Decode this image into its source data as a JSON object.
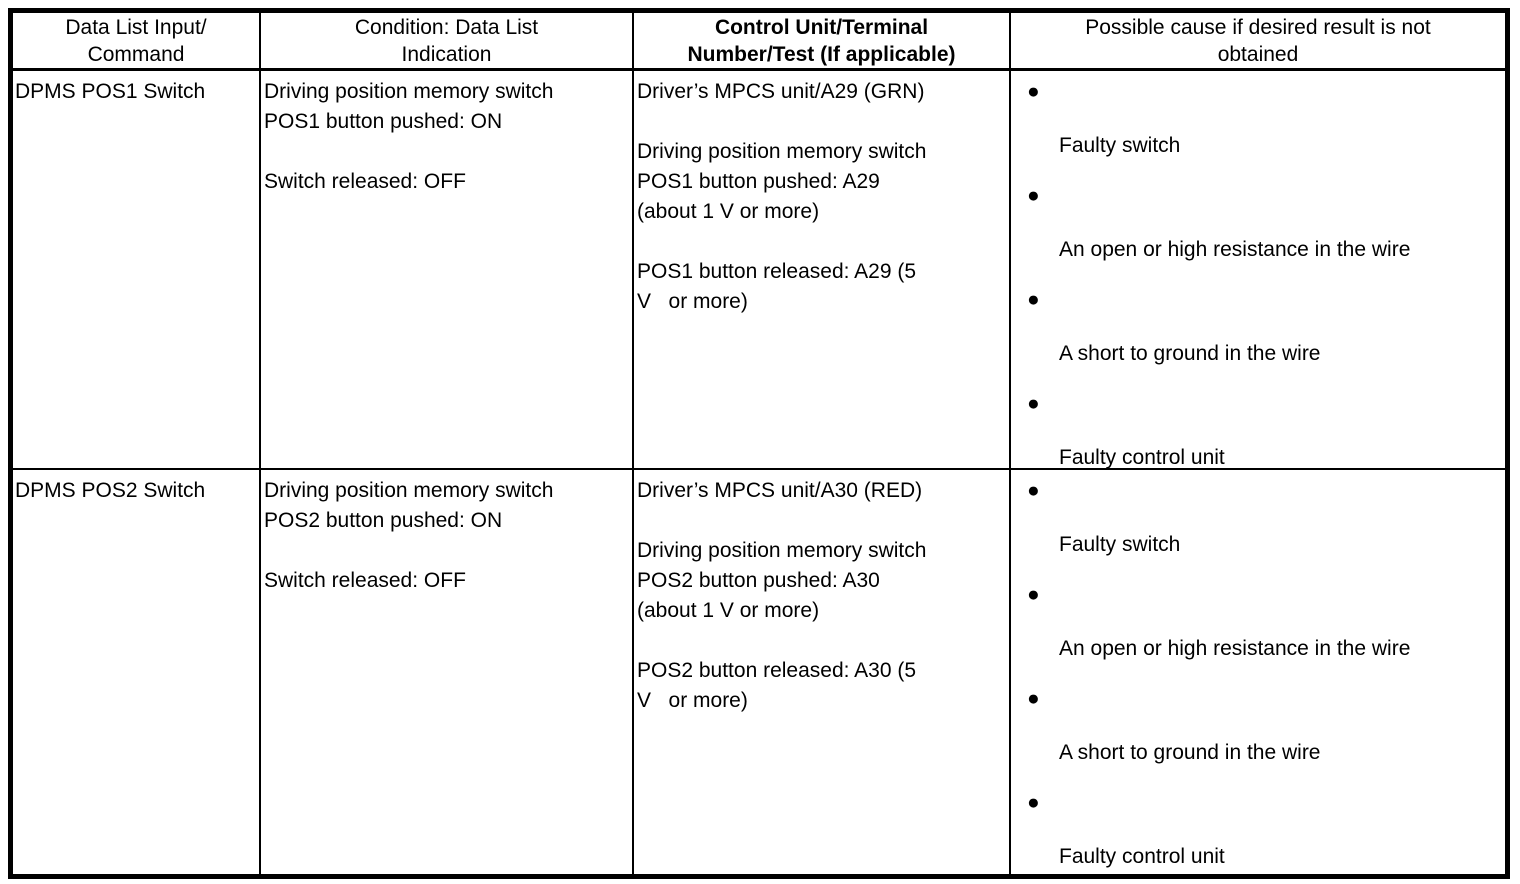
{
  "colors": {
    "text": "#000000",
    "background": "#ffffff",
    "border": "#000000"
  },
  "icons": {
    "bullet": "●"
  },
  "table": {
    "headers": [
      "Data List Input/\nCommand",
      "Condition: Data List\nIndication",
      "Control Unit/Terminal\nNumber/Test (If applicable)",
      "Possible cause if desired result is not\nobtained"
    ],
    "rows": [
      {
        "command": "DPMS POS1 Switch",
        "condition": "Driving position memory switch\nPOS1 button pushed: ON\n\nSwitch released: OFF",
        "control_unit": "Driver’s MPCS unit/A29 (GRN)\n\nDriving position memory switch\nPOS1 button pushed: A29\n(about 1 V or more)\n\nPOS1 button released: A29 (5\nV   or more)",
        "causes": [
          "Faulty switch",
          "An open or high resistance in the wire",
          "A short to ground in the wire",
          "Faulty control unit"
        ]
      },
      {
        "command": "DPMS POS2 Switch",
        "condition": "Driving position memory switch\nPOS2 button pushed: ON\n\nSwitch released: OFF",
        "control_unit": "Driver’s MPCS unit/A30 (RED)\n\nDriving position memory switch\nPOS2 button pushed: A30\n(about 1 V or more)\n\nPOS2 button released: A30 (5\nV   or more)",
        "causes": [
          "Faulty switch",
          "An open or high resistance in the wire",
          "A short to ground in the wire",
          "Faulty control unit"
        ]
      }
    ]
  }
}
